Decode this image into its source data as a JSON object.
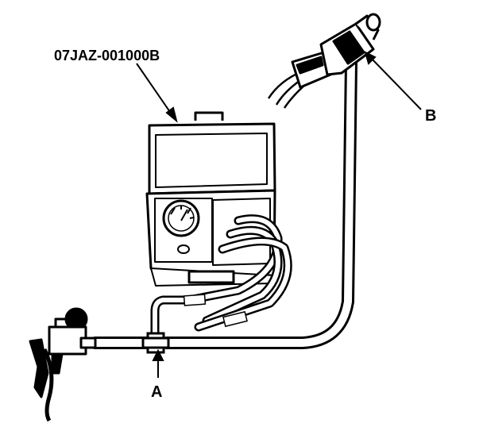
{
  "labels": {
    "part_number": "07JAZ-001000B",
    "callout_a": "A",
    "callout_b": "B"
  },
  "colors": {
    "ink": "#000000",
    "paper": "#ffffff"
  }
}
